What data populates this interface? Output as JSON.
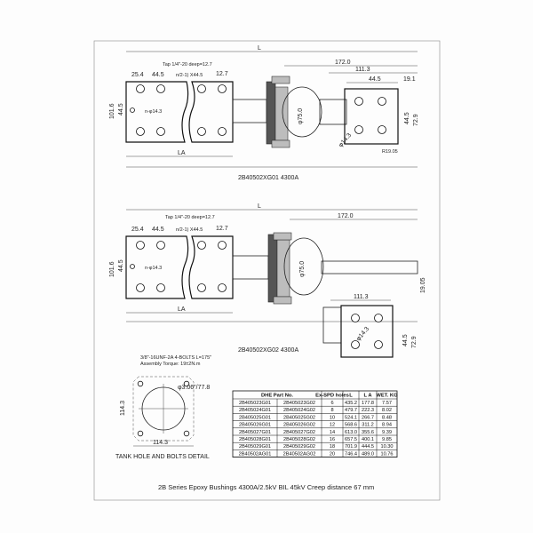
{
  "top_drawing": {
    "model": "2B40502XG01 4300A",
    "dims": {
      "d172": "172.0",
      "d111": "111.3",
      "d44_5a": "44.5",
      "d19": "19.1",
      "d254": "25.4",
      "d445": "44.5",
      "d127": "12.7",
      "d1016": "101.6",
      "d445v": "44.5",
      "d729": "72.9",
      "d445r": "44.5",
      "phi75": "φ75.0",
      "phi14": "φ14.3",
      "r19": "R19.05",
      "L": "L",
      "LA": "LA",
      "n14": "n-φ14.3"
    },
    "tap": "Tap 1/4\"-20 deep=12.7",
    "holes_note": "n/2-1) X44.5"
  },
  "mid_drawing": {
    "model": "2B40502XG02 4300A",
    "dims": {
      "d172": "172.0",
      "d111": "111.3",
      "d19": "19.05",
      "d254": "25.4",
      "d445": "44.5",
      "d127": "12.7",
      "d1016": "101.6",
      "d445v": "44.5",
      "d445r": "44.5",
      "d729": "72.9",
      "phi75": "φ75.0",
      "phi14": "φ14.3",
      "L": "L",
      "LA": "LA",
      "n14": "n-φ14.3"
    },
    "tap": "Tap 1/4\"-20  deep=12.7",
    "holes_note": "n/2-1) X44.5"
  },
  "tank_detail": {
    "title": "TANK HOLE AND BOLTS DETAIL",
    "bolt_note": "3/8\"-16UNF-2A 4-BOLTS L=175\"",
    "torque": "Assembly Torque: 19±2N.m",
    "phi": "φ3.06\"/77.8",
    "d114a": "114.3",
    "d114b": "114.3"
  },
  "table": {
    "headers": [
      "DHE Part No.",
      "Ex-SPD holes",
      "L",
      "L A",
      "WET. KG"
    ],
    "rows": [
      [
        "2B405023G01",
        "2B405023G02",
        "6",
        "435.2",
        "177.8",
        "7.57"
      ],
      [
        "2B405024G01",
        "2B405024G02",
        "8",
        "479.7",
        "222.3",
        "8.02"
      ],
      [
        "2B405025G01",
        "2B405025G02",
        "10",
        "524.1",
        "266.7",
        "8.48"
      ],
      [
        "2B405026G01",
        "2B405026G02",
        "12",
        "568.6",
        "311.2",
        "8.94"
      ],
      [
        "2B405027G01",
        "2B405027G02",
        "14",
        "613.0",
        "355.6",
        "9.39"
      ],
      [
        "2B405028G01",
        "2B405028G02",
        "16",
        "657.5",
        "400.1",
        "9.85"
      ],
      [
        "2B405029G01",
        "2B405029G02",
        "18",
        "701.9",
        "444.5",
        "10.30"
      ],
      [
        "2B40502AG01",
        "2B40502AG02",
        "20",
        "746.4",
        "489.0",
        "10.76"
      ]
    ]
  },
  "caption": "2B Series Epoxy Bushings  4300A/2.5kV BIL 45kV Creep distance 67 mm"
}
